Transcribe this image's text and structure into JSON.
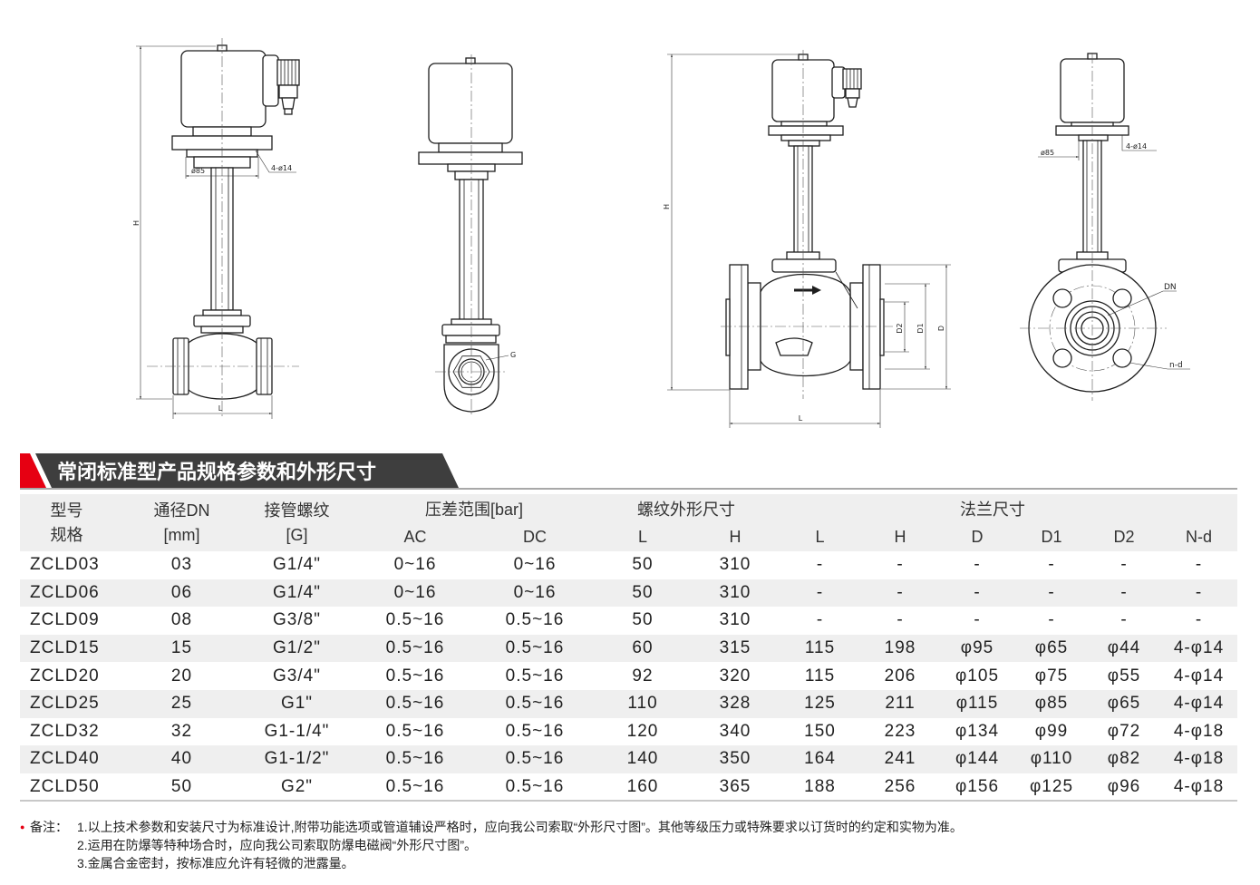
{
  "drawings": {
    "threaded_front": {
      "dim_h": "H",
      "dim_l": "L",
      "bore": "ø85",
      "holes": "4-ø14"
    },
    "threaded_side": {
      "thread": "G"
    },
    "flanged_front": {
      "dim_h": "H",
      "dim_l": "L",
      "dim_d2": "D2",
      "dim_d1": "D1",
      "dim_d": "D"
    },
    "flanged_side": {
      "bore": "ø85",
      "holes": "4-ø14",
      "dn": "DN",
      "nd": "n-d"
    }
  },
  "section": {
    "title": "常闭标准型产品规格参数和外形尺寸",
    "accent_color": "#e60012",
    "banner_color": "#3e3e3e"
  },
  "table": {
    "header": {
      "model": [
        "型号",
        "规格"
      ],
      "dn": [
        "通径DN",
        "[mm]"
      ],
      "thread": [
        "接管螺纹",
        "[G]"
      ],
      "pressure": "压差范围[bar]",
      "pressure_cols": [
        "AC",
        "DC"
      ],
      "thread_dims": "螺纹外形尺寸",
      "thread_dim_cols": [
        "L",
        "H"
      ],
      "flange_dims": "法兰尺寸",
      "flange_dim_cols": [
        "L",
        "H",
        "D",
        "D1",
        "D2",
        "N-d"
      ]
    },
    "rows": [
      [
        "ZCLD03",
        "03",
        "G1/4\"",
        "0~16",
        "0~16",
        "50",
        "310",
        "-",
        "-",
        "-",
        "-",
        "-",
        "-"
      ],
      [
        "ZCLD06",
        "06",
        "G1/4\"",
        "0~16",
        "0~16",
        "50",
        "310",
        "-",
        "-",
        "-",
        "-",
        "-",
        "-"
      ],
      [
        "ZCLD09",
        "08",
        "G3/8\"",
        "0.5~16",
        "0.5~16",
        "50",
        "310",
        "-",
        "-",
        "-",
        "-",
        "-",
        "-"
      ],
      [
        "ZCLD15",
        "15",
        "G1/2\"",
        "0.5~16",
        "0.5~16",
        "60",
        "315",
        "115",
        "198",
        "φ95",
        "φ65",
        "φ44",
        "4-φ14"
      ],
      [
        "ZCLD20",
        "20",
        "G3/4\"",
        "0.5~16",
        "0.5~16",
        "92",
        "320",
        "115",
        "206",
        "φ105",
        "φ75",
        "φ55",
        "4-φ14"
      ],
      [
        "ZCLD25",
        "25",
        "G1\"",
        "0.5~16",
        "0.5~16",
        "110",
        "328",
        "125",
        "211",
        "φ115",
        "φ85",
        "φ65",
        "4-φ14"
      ],
      [
        "ZCLD32",
        "32",
        "G1-1/4\"",
        "0.5~16",
        "0.5~16",
        "120",
        "340",
        "150",
        "223",
        "φ134",
        "φ99",
        "φ72",
        "4-φ18"
      ],
      [
        "ZCLD40",
        "40",
        "G1-1/2\"",
        "0.5~16",
        "0.5~16",
        "140",
        "350",
        "164",
        "241",
        "φ144",
        "φ110",
        "φ82",
        "4-φ18"
      ],
      [
        "ZCLD50",
        "50",
        "G2\"",
        "0.5~16",
        "0.5~16",
        "160",
        "365",
        "188",
        "256",
        "φ156",
        "φ125",
        "φ96",
        "4-φ18"
      ]
    ]
  },
  "notes": {
    "bullet": "●",
    "label": "备注：",
    "items": [
      "1.以上技术参数和安装尺寸为标准设计,附带功能选项或管道辅设严格时，应向我公司索取“外形尺寸图”。其他等级压力或特殊要求以订货时的约定和实物为准。",
      "2.运用在防爆等特种场合时，应向我公司索取防爆电磁阀“外形尺寸图”。",
      "3.金属合金密封，按标准应允许有轻微的泄露量。"
    ]
  }
}
